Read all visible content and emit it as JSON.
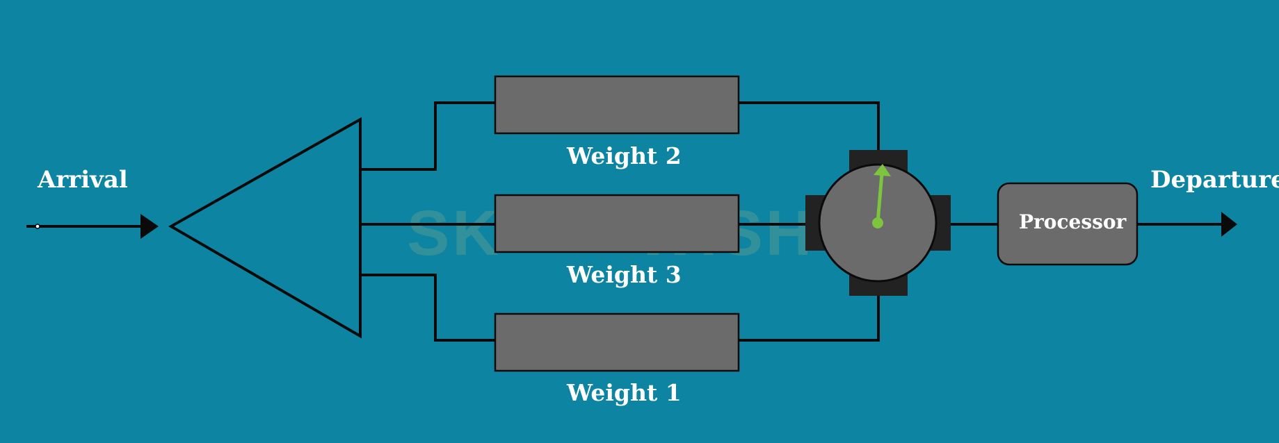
{
  "labels": {
    "arrival": "Arrival",
    "departure": "Departure",
    "processor": "Processor",
    "weight_top": "Weight 2",
    "weight_middle": "Weight 3",
    "weight_bottom": "Weight 1"
  },
  "watermark": {
    "left": "SK",
    "right": "WISH"
  },
  "colors": {
    "background": "#0c84a2",
    "queue_fill": "#6b6b6b",
    "line": "#0a0a0a",
    "selector_pointer": "#7dc43f",
    "selector_mount": "#222222"
  },
  "icons": {
    "splitter": "triangle-splitter-icon",
    "selector": "round-robin-dial-icon",
    "arrow": "arrowhead-icon"
  }
}
